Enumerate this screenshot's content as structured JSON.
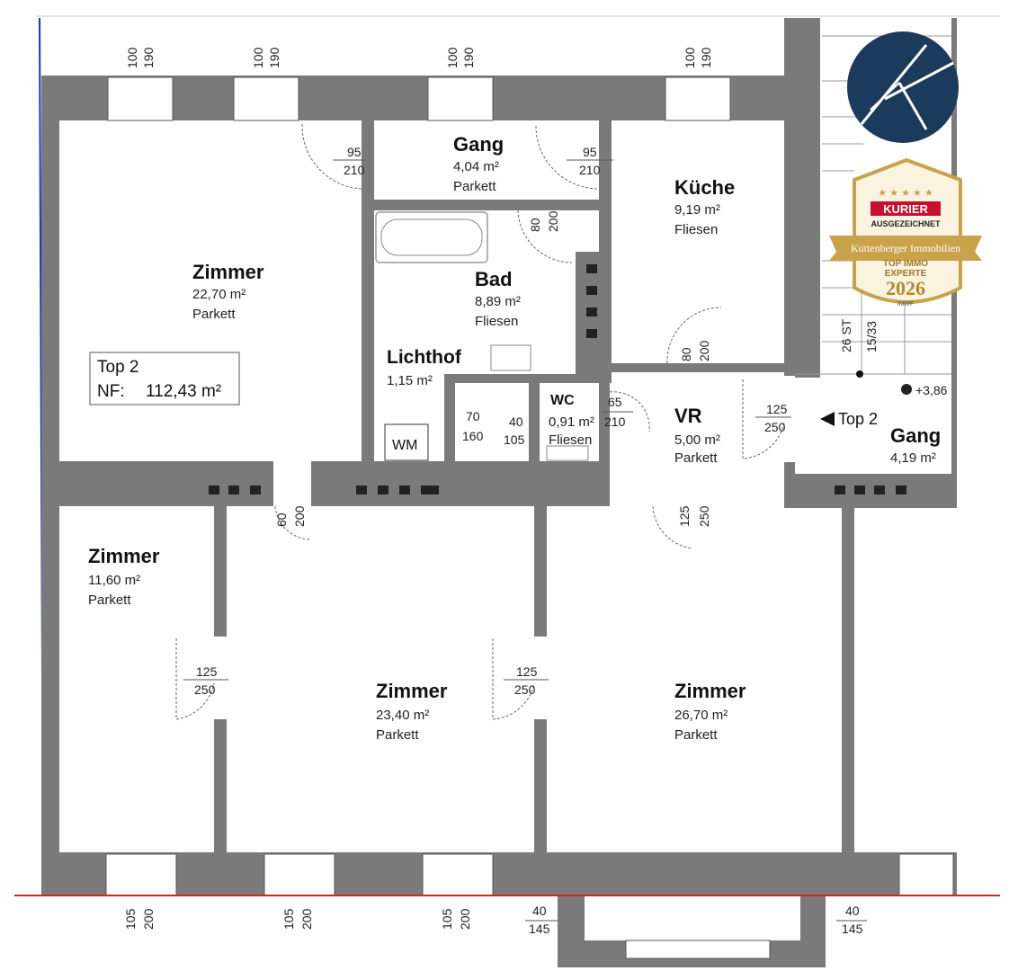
{
  "rooms": {
    "zimmer_top_left": {
      "name": "Zimmer",
      "area": "22,70 m²",
      "floor": "Parkett"
    },
    "gang_top": {
      "name": "Gang",
      "area": "4,04 m²",
      "floor": "Parkett"
    },
    "kueche": {
      "name": "Küche",
      "area": "9,19 m²",
      "floor": "Fliesen"
    },
    "bad": {
      "name": "Bad",
      "area": "8,89 m²",
      "floor": "Fliesen"
    },
    "lichthof": {
      "name": "Lichthof",
      "area": "1,15 m²"
    },
    "wc": {
      "name": "WC",
      "area": "0,91 m²",
      "floor": "Fliesen"
    },
    "vr": {
      "name": "VR",
      "area": "5,00 m²",
      "floor": "Parkett"
    },
    "gang_right": {
      "name": "Gang",
      "area": "4,19 m²"
    },
    "zimmer_small": {
      "name": "Zimmer",
      "area": "11,60 m²",
      "floor": "Parkett"
    },
    "zimmer_mid": {
      "name": "Zimmer",
      "area": "23,40 m²",
      "floor": "Parkett"
    },
    "zimmer_right": {
      "name": "Zimmer",
      "area": "26,70 m²",
      "floor": "Parkett"
    }
  },
  "unit": {
    "label": "Top 2",
    "nf_label": "NF:",
    "nf_value": "112,43 m²"
  },
  "entrance": {
    "label": "Top 2"
  },
  "elevation": "+3,86",
  "stairs": {
    "steps": "26 ST",
    "ratio": "15/33"
  },
  "wm": "WM",
  "dims": {
    "top_w1": [
      "100",
      "190"
    ],
    "top_w2": [
      "100",
      "190"
    ],
    "top_w3": [
      "100",
      "190"
    ],
    "top_w4": [
      "100",
      "190"
    ],
    "door_a": [
      "95",
      "210"
    ],
    "door_b": [
      "95",
      "210"
    ],
    "door_bad": [
      "80",
      "200"
    ],
    "door_kueche": [
      "80",
      "200"
    ],
    "light_a": [
      "70",
      "160"
    ],
    "light_b": [
      "40",
      "105"
    ],
    "door_wc": [
      "65",
      "210"
    ],
    "door_vr": [
      "125",
      "250"
    ],
    "door_c": [
      "60",
      "200"
    ],
    "door_d": [
      "125",
      "250"
    ],
    "door_e": [
      "125",
      "250"
    ],
    "door_f": [
      "125",
      "250"
    ],
    "bot_w1": [
      "105",
      "200"
    ],
    "bot_w2": [
      "105",
      "200"
    ],
    "bot_w3": [
      "105",
      "200"
    ],
    "bay_l": [
      "40",
      "145"
    ],
    "bay_r": [
      "40",
      "145"
    ]
  },
  "badge": {
    "brand": "KURIER",
    "award": "AUSGEZEICHNET",
    "company": "Kuttenberger Immobilien",
    "line1": "TOP IMMO",
    "line2": "EXPERTE",
    "year": "2026",
    "source": "IMWF"
  },
  "colors": {
    "wall": "#7a7a7a",
    "logo": "#1b3a5c",
    "badge_gold": "#c9a24a",
    "kurier_red": "#c8102e",
    "line_red": "#e02020",
    "line_blue": "#1a2fd0"
  }
}
